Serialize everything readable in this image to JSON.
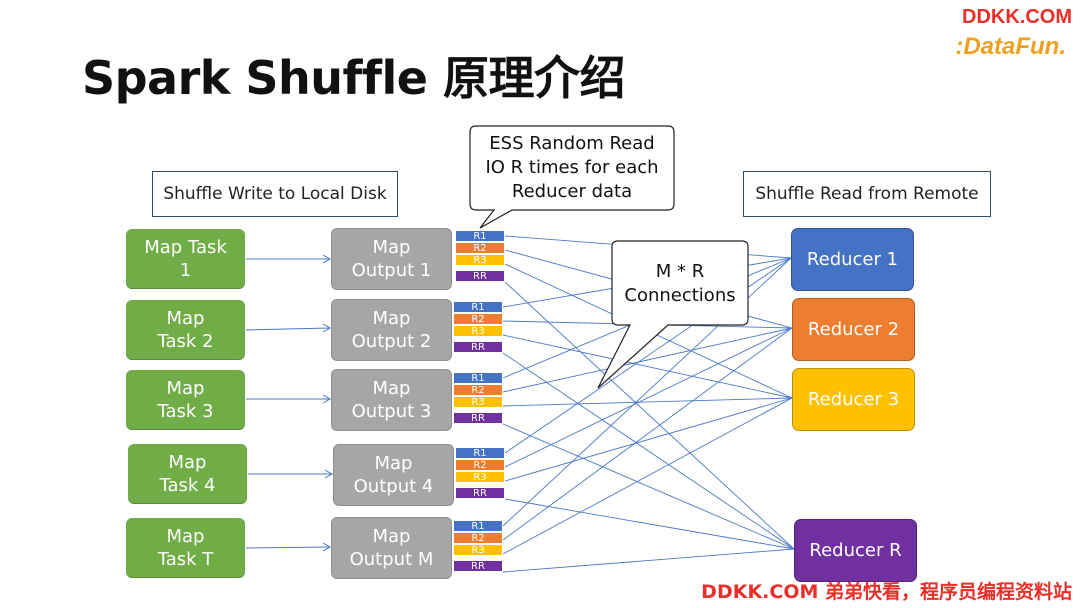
{
  "title": "Spark Shuffle 原理介绍",
  "brand": {
    "line1": "DDKK.COM",
    "line2": ":DataFun."
  },
  "labels": {
    "write": "Shuffle Write to Local Disk",
    "read": "Shuffle Read from Remote"
  },
  "callouts": {
    "ess": [
      "ESS Random Read",
      "IO R times for each",
      "Reducer data"
    ],
    "conn": [
      "M * R",
      "Connections"
    ]
  },
  "tasks": [
    [
      "Map Task",
      "1"
    ],
    [
      "Map",
      "Task 2"
    ],
    [
      "Map",
      "Task 3"
    ],
    [
      "Map",
      "Task 4"
    ],
    [
      "Map",
      "Task T"
    ]
  ],
  "outputs": [
    [
      "Map",
      "Output 1"
    ],
    [
      "Map",
      "Output 2"
    ],
    [
      "Map",
      "Output 3"
    ],
    [
      "Map",
      "Output 4"
    ],
    [
      "Map",
      "Output M"
    ]
  ],
  "segments": [
    "R1",
    "R2",
    "R3",
    "RR"
  ],
  "reducers": [
    {
      "label": "Reducer 1",
      "color": "#4472c4"
    },
    {
      "label": "Reducer 2",
      "color": "#ed7d31"
    },
    {
      "label": "Reducer 3",
      "color": "#ffc000"
    },
    {
      "label": "Reducer R",
      "color": "#7030a0"
    }
  ],
  "footer": "DDKK.COM 弟弟快看，程序员编程资料站"
}
